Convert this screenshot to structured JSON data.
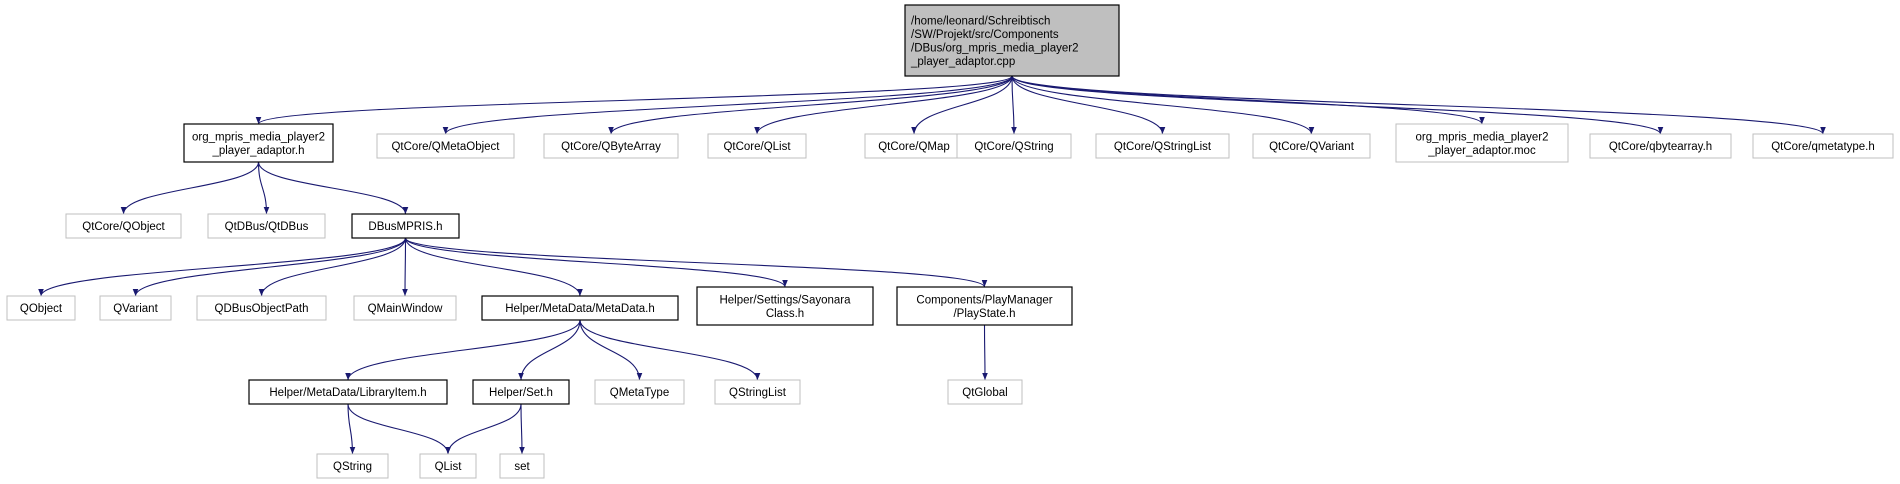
{
  "colors": {
    "edge": "#191970",
    "root_fill": "#bfbfbf",
    "root_stroke": "#000000",
    "local_stroke": "#000000",
    "external_stroke": "#bfbfbf",
    "text": "#000000"
  },
  "nodes": {
    "root": {
      "lines": [
        "/home/leonard/Schreibtisch",
        "/SW/Projekt/src/Components",
        "/DBus/org_mpris_media_player2",
        "_player_adaptor.cpp"
      ],
      "kind": "root"
    },
    "adaptor_h": {
      "lines": [
        "org_mpris_media_player2",
        "_player_adaptor.h"
      ],
      "kind": "local"
    },
    "qtcore_qmetaobject": {
      "lines": [
        "QtCore/QMetaObject"
      ],
      "kind": "external"
    },
    "qtcore_qbytearray": {
      "lines": [
        "QtCore/QByteArray"
      ],
      "kind": "external"
    },
    "qtcore_qlist": {
      "lines": [
        "QtCore/QList"
      ],
      "kind": "external"
    },
    "qtcore_qmap": {
      "lines": [
        "QtCore/QMap"
      ],
      "kind": "external"
    },
    "qtcore_qstring": {
      "lines": [
        "QtCore/QString"
      ],
      "kind": "external"
    },
    "qtcore_qstringlist": {
      "lines": [
        "QtCore/QStringList"
      ],
      "kind": "external"
    },
    "qtcore_qvariant": {
      "lines": [
        "QtCore/QVariant"
      ],
      "kind": "external"
    },
    "adaptor_moc": {
      "lines": [
        "org_mpris_media_player2",
        "_player_adaptor.moc"
      ],
      "kind": "external"
    },
    "qtcore_qbytearray_h": {
      "lines": [
        "QtCore/qbytearray.h"
      ],
      "kind": "external"
    },
    "qtcore_qmetatype_h": {
      "lines": [
        "QtCore/qmetatype.h"
      ],
      "kind": "external"
    },
    "qtcore_qobject": {
      "lines": [
        "QtCore/QObject"
      ],
      "kind": "external"
    },
    "qtdbus_qtdbus": {
      "lines": [
        "QtDBus/QtDBus"
      ],
      "kind": "external"
    },
    "dbusmpris_h": {
      "lines": [
        "DBusMPRIS.h"
      ],
      "kind": "local"
    },
    "qobject": {
      "lines": [
        "QObject"
      ],
      "kind": "external"
    },
    "qvariant": {
      "lines": [
        "QVariant"
      ],
      "kind": "external"
    },
    "qdbusobjectpath": {
      "lines": [
        "QDBusObjectPath"
      ],
      "kind": "external"
    },
    "qmainwindow": {
      "lines": [
        "QMainWindow"
      ],
      "kind": "external"
    },
    "metadata_h": {
      "lines": [
        "Helper/MetaData/MetaData.h"
      ],
      "kind": "local"
    },
    "sayonara_class_h": {
      "lines": [
        "Helper/Settings/Sayonara",
        "Class.h"
      ],
      "kind": "local"
    },
    "playstate_h": {
      "lines": [
        "Components/PlayManager",
        "/PlayState.h"
      ],
      "kind": "local"
    },
    "libraryitem_h": {
      "lines": [
        "Helper/MetaData/LibraryItem.h"
      ],
      "kind": "local"
    },
    "set_h": {
      "lines": [
        "Helper/Set.h"
      ],
      "kind": "local"
    },
    "qmetatype": {
      "lines": [
        "QMetaType"
      ],
      "kind": "external"
    },
    "qstringlist": {
      "lines": [
        "QStringList"
      ],
      "kind": "external"
    },
    "qtglobal": {
      "lines": [
        "QtGlobal"
      ],
      "kind": "external"
    },
    "qstring": {
      "lines": [
        "QString"
      ],
      "kind": "external"
    },
    "qlist": {
      "lines": [
        "QList"
      ],
      "kind": "external"
    },
    "set": {
      "lines": [
        "set"
      ],
      "kind": "external"
    }
  },
  "edges": [
    [
      "root",
      "adaptor_h"
    ],
    [
      "root",
      "qtcore_qmetaobject"
    ],
    [
      "root",
      "qtcore_qbytearray"
    ],
    [
      "root",
      "qtcore_qlist"
    ],
    [
      "root",
      "qtcore_qmap"
    ],
    [
      "root",
      "qtcore_qstring"
    ],
    [
      "root",
      "qtcore_qstringlist"
    ],
    [
      "root",
      "qtcore_qvariant"
    ],
    [
      "root",
      "adaptor_moc"
    ],
    [
      "root",
      "qtcore_qbytearray_h"
    ],
    [
      "root",
      "qtcore_qmetatype_h"
    ],
    [
      "adaptor_h",
      "qtcore_qobject"
    ],
    [
      "adaptor_h",
      "qtdbus_qtdbus"
    ],
    [
      "adaptor_h",
      "dbusmpris_h"
    ],
    [
      "dbusmpris_h",
      "qobject"
    ],
    [
      "dbusmpris_h",
      "qvariant"
    ],
    [
      "dbusmpris_h",
      "qdbusobjectpath"
    ],
    [
      "dbusmpris_h",
      "qmainwindow"
    ],
    [
      "dbusmpris_h",
      "metadata_h"
    ],
    [
      "dbusmpris_h",
      "sayonara_class_h"
    ],
    [
      "dbusmpris_h",
      "playstate_h"
    ],
    [
      "metadata_h",
      "libraryitem_h"
    ],
    [
      "metadata_h",
      "set_h"
    ],
    [
      "metadata_h",
      "qmetatype"
    ],
    [
      "metadata_h",
      "qstringlist"
    ],
    [
      "playstate_h",
      "qtglobal"
    ],
    [
      "libraryitem_h",
      "qstring"
    ],
    [
      "libraryitem_h",
      "qlist"
    ],
    [
      "set_h",
      "qlist"
    ],
    [
      "set_h",
      "set"
    ]
  ]
}
